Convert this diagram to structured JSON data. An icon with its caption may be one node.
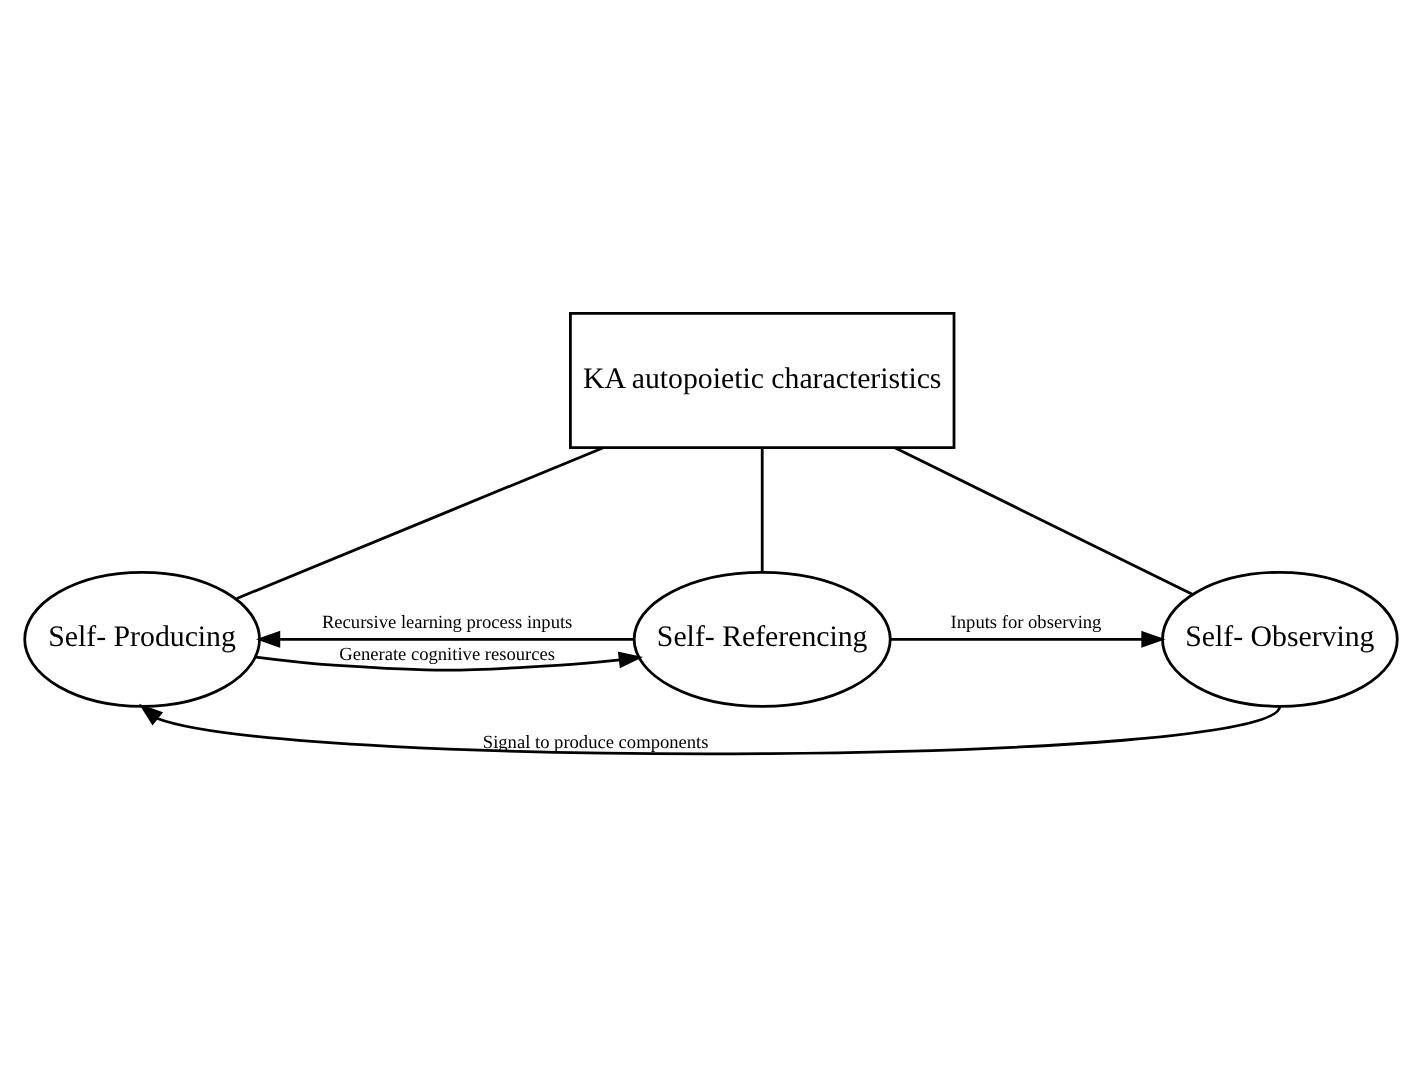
{
  "diagram": {
    "nodes": [
      {
        "text": [
          "KA autopoietic characteristics"
        ]
      },
      {
        "text": [
          "Self- Producing"
        ]
      },
      {
        "text": [
          "Self- Referencing"
        ]
      },
      {
        "text": [
          "Self- Observing"
        ]
      }
    ],
    "edges": [
      {
        "from": 0,
        "to": 1,
        "arrow": "none"
      },
      {
        "from": 0,
        "to": 2,
        "arrow": "none"
      },
      {
        "from": 0,
        "to": 3,
        "arrow": "none"
      },
      {
        "from": 1,
        "to": 2,
        "arrow": "to",
        "label": "Generate cognitive resources"
      },
      {
        "from": 2,
        "to": 1,
        "arrow": "to",
        "label": "Recursive learning process inputs"
      },
      {
        "from": 2,
        "to": 3,
        "arrow": "to",
        "label": "Inputs for observing"
      },
      {
        "from": 3,
        "to": 1,
        "arrow": "to",
        "label": "Signal to produce components"
      }
    ]
  }
}
